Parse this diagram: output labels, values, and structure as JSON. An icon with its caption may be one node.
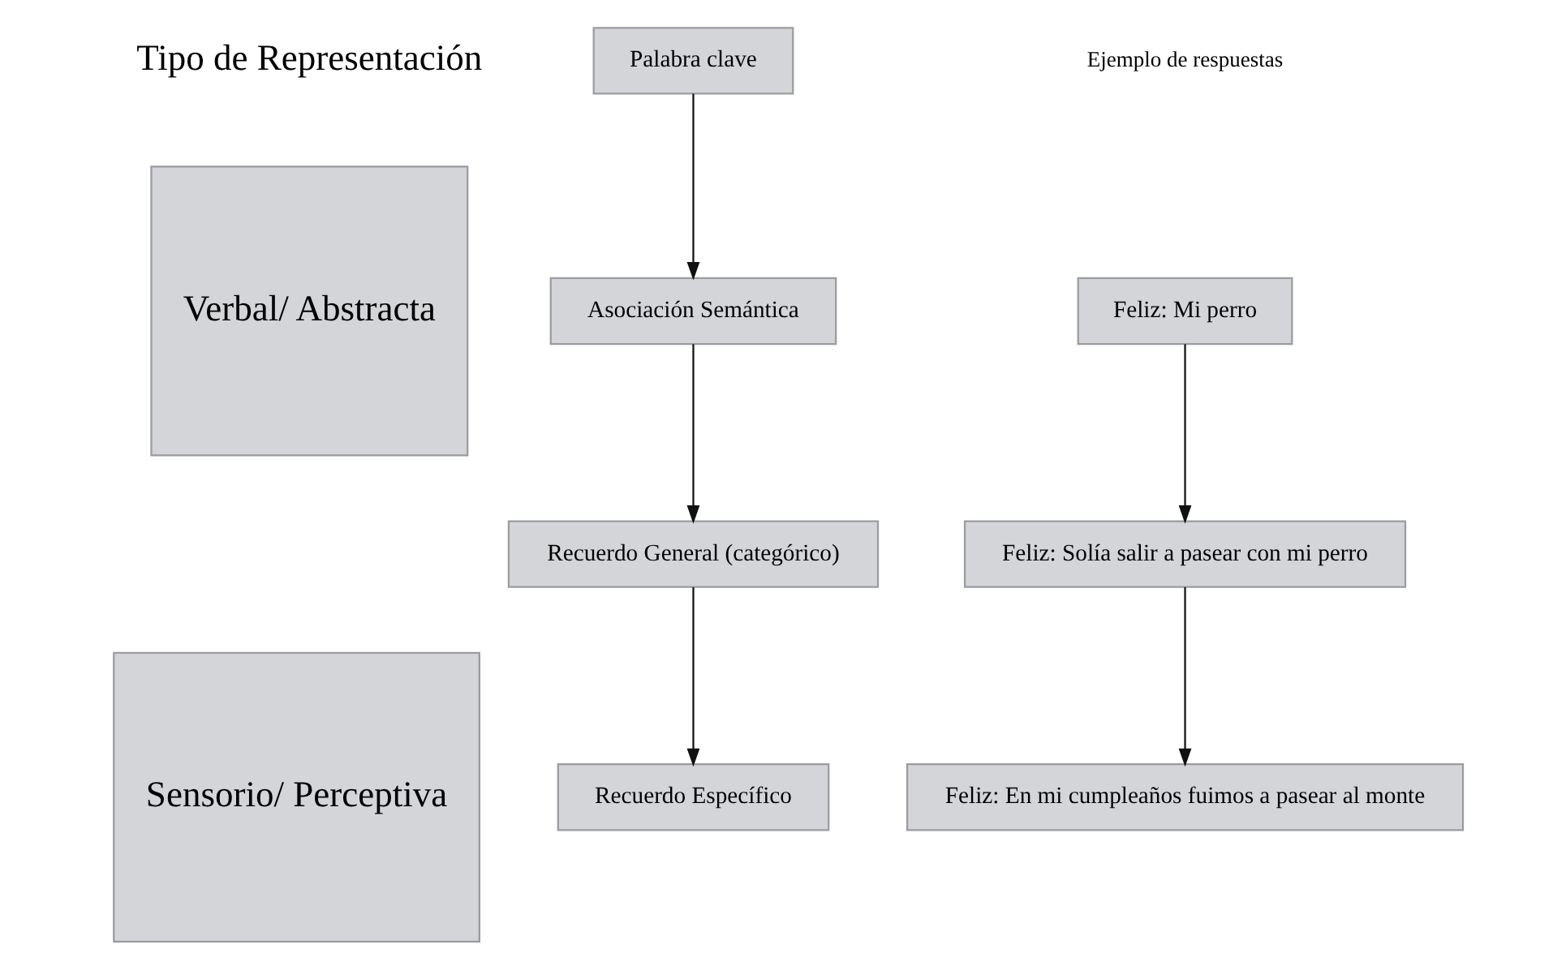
{
  "diagram": {
    "nodes": [
      {
        "text": [
          "Verbal/ Abstracta"
        ]
      },
      {
        "text": [
          "Sensorio/ Perceptiva"
        ]
      },
      {
        "text": [
          "Palabra clave"
        ]
      },
      {
        "text": [
          "Asociación Semántica"
        ]
      },
      {
        "text": [
          "Recuerdo General (categórico)"
        ]
      },
      {
        "text": [
          "Recuerdo Específico"
        ]
      },
      {
        "text": [
          "Feliz: Mi perro"
        ]
      },
      {
        "text": [
          "Feliz: Solía salir a pasear con mi perro"
        ]
      },
      {
        "text": [
          "Feliz: En mi cumpleaños fuimos a pasear al monte"
        ]
      }
    ],
    "edges": [
      {
        "from": 2,
        "to": 3,
        "arrow": "to"
      },
      {
        "from": 3,
        "to": 4,
        "arrow": "to"
      },
      {
        "from": 4,
        "to": 5,
        "arrow": "to"
      },
      {
        "from": 6,
        "to": 7,
        "arrow": "to"
      },
      {
        "from": 7,
        "to": 8,
        "arrow": "to"
      }
    ],
    "labels": [
      "Tipo de Representación",
      "Ejemplo de respuestas"
    ]
  }
}
